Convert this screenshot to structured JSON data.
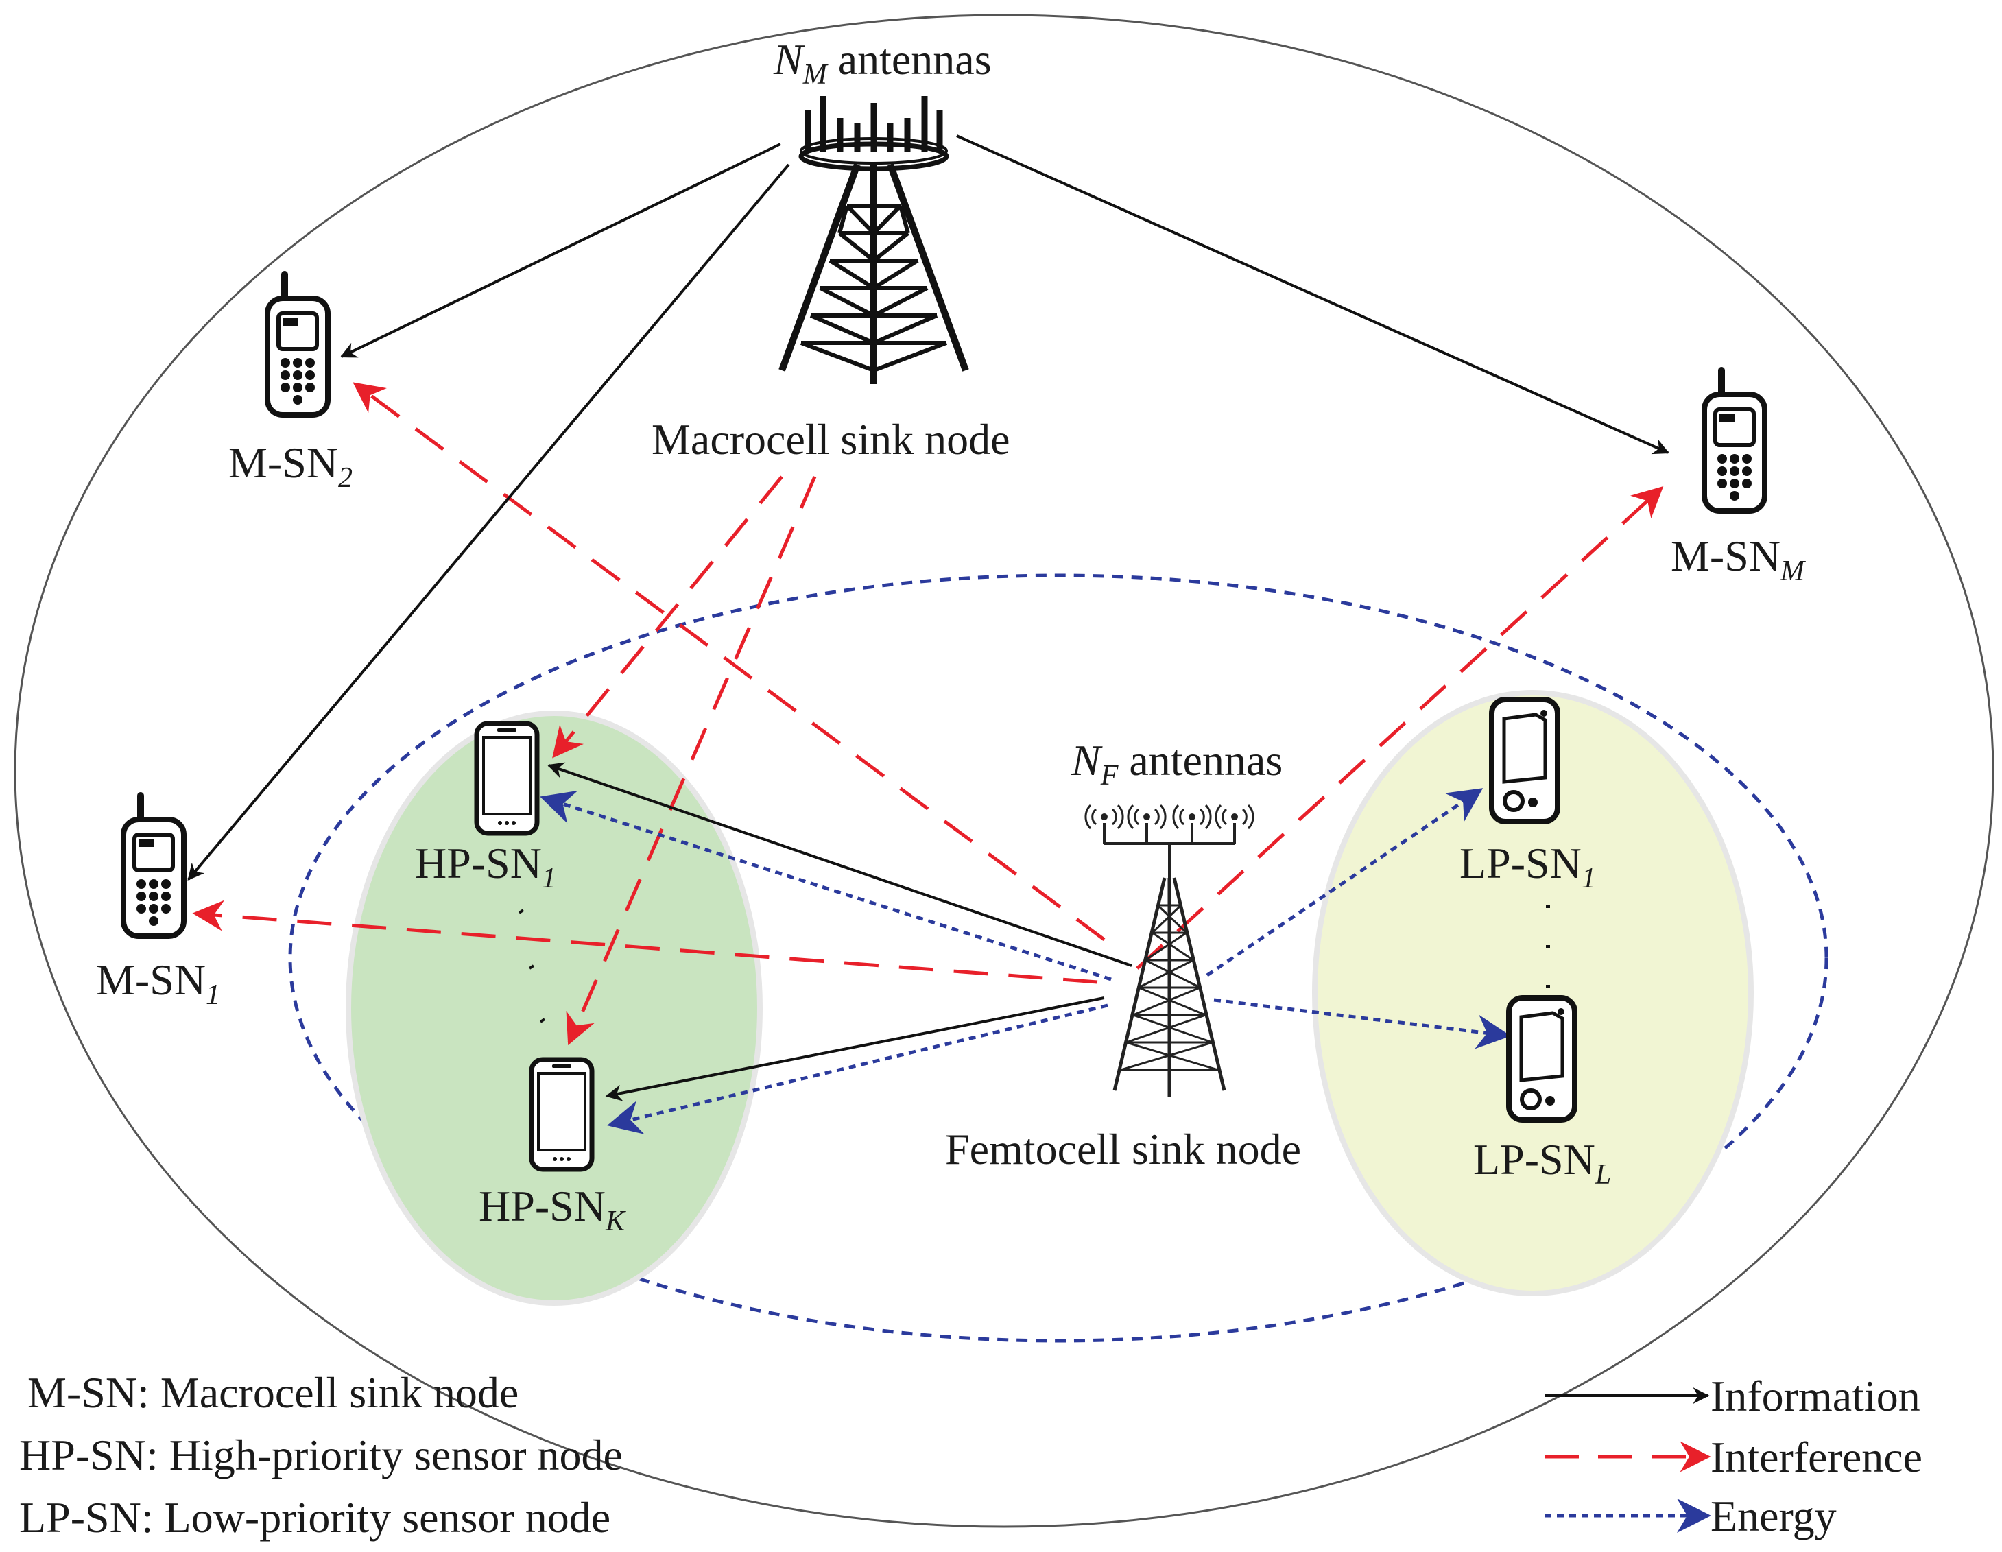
{
  "labels": {
    "macro_antennas_var": "N",
    "macro_antennas_sub": "M",
    "macro_antennas_word": "antennas",
    "macro_node": "Macrocell sink node",
    "femto_antennas_var": "N",
    "femto_antennas_sub": "F",
    "femto_antennas_word": "antennas",
    "femto_node": "Femtocell sink node",
    "msn2_base": "M-SN",
    "msn2_sub": "2",
    "msnm_base": "M-SN",
    "msnm_sub": "M",
    "msn1_base": "M-SN",
    "msn1_sub": "1",
    "hpsn1_base": "HP-SN",
    "hpsn1_sub": "1",
    "hpsnk_base": "HP-SN",
    "hpsnk_sub": "K",
    "lpsn1_base": "LP-SN",
    "lpsn1_sub": "1",
    "lpsnl_base": "LP-SN",
    "lpsnl_sub": "L"
  },
  "abbreviations": [
    "M-SN: Macrocell sink node",
    "HP-SN: High-priority sensor node",
    "LP-SN: Low-priority sensor node"
  ],
  "legend": {
    "information": "Information",
    "interference": "Interference",
    "energy": "Energy"
  },
  "colors": {
    "information": "#111111",
    "interference": "#e8202a",
    "energy": "#2b3a9c",
    "hp_cluster": "#c9e4c0",
    "lp_cluster": "#f1f5d3"
  }
}
